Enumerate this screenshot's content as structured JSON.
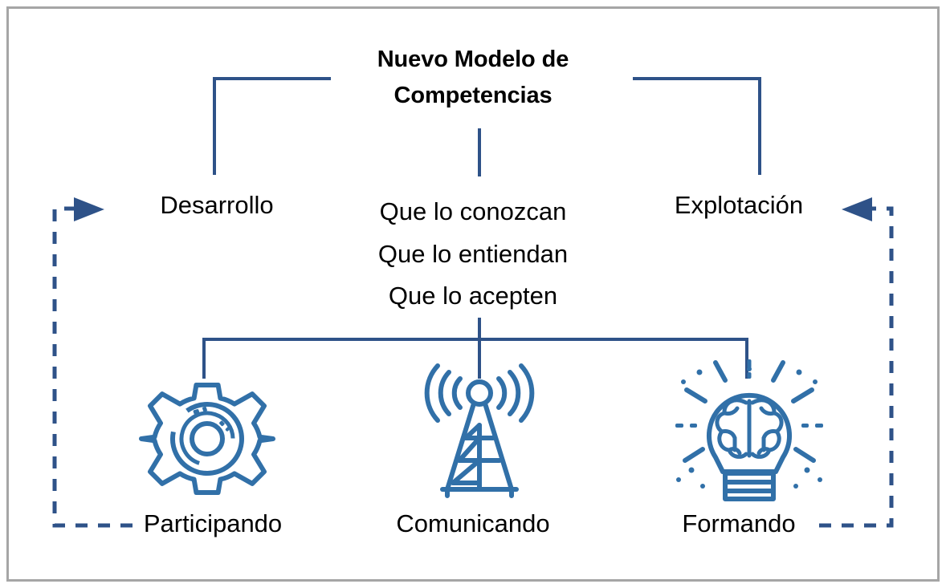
{
  "diagram": {
    "title": "Nuevo Modelo de Competencias",
    "title_line_1": "Nuevo Modelo de",
    "title_line_2": "Competencias",
    "colors": {
      "connector": "#2E5288",
      "icon": "#3170A8",
      "frame": "#a6a6a6",
      "text": "#000000",
      "background": "#ffffff"
    },
    "branches": {
      "left": "Desarrollo",
      "right": "Explotación"
    },
    "center_statements": [
      "Que lo conozcan",
      "Que lo entiendan",
      "Que lo acepten"
    ],
    "center_line_1": "Que lo conozcan",
    "center_line_2": "Que lo entiendan",
    "center_line_3": "Que lo acepten",
    "methods": [
      {
        "label": "Participando",
        "icon": "gear-icon"
      },
      {
        "label": "Comunicando",
        "icon": "broadcast-tower-icon"
      },
      {
        "label": "Formando",
        "icon": "lightbulb-brain-icon"
      }
    ],
    "feedback_loops": [
      {
        "name": "left-feedback-loop",
        "from": "Participando",
        "to": "Desarrollo",
        "style": "dashed",
        "arrow": "right"
      },
      {
        "name": "right-feedback-loop",
        "from": "Formando",
        "to": "Explotación",
        "style": "dashed",
        "arrow": "left"
      }
    ]
  }
}
